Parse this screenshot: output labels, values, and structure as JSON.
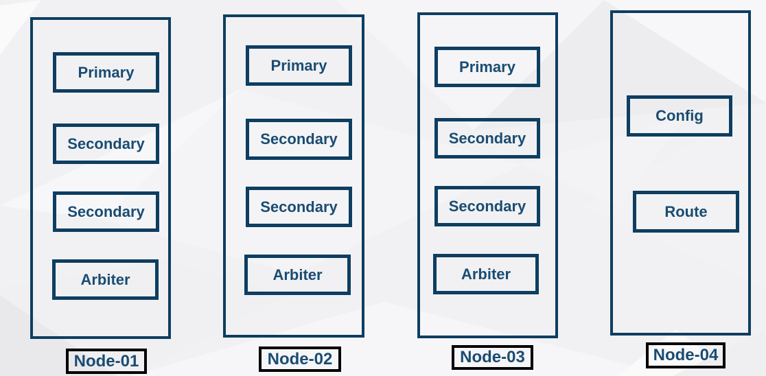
{
  "diagram": {
    "colors": {
      "box_border": "#0e3e61",
      "box_text": "#1a4c72",
      "label_border": "#000000",
      "background": "#f1f1f3"
    },
    "nodes": [
      {
        "label": "Node-01",
        "members": [
          "Primary",
          "Secondary",
          "Secondary",
          "Arbiter"
        ]
      },
      {
        "label": "Node-02",
        "members": [
          "Primary",
          "Secondary",
          "Secondary",
          "Arbiter"
        ]
      },
      {
        "label": "Node-03",
        "members": [
          "Primary",
          "Secondary",
          "Secondary",
          "Arbiter"
        ]
      },
      {
        "label": "Node-04",
        "members": [
          "Config",
          "Route"
        ]
      }
    ]
  }
}
